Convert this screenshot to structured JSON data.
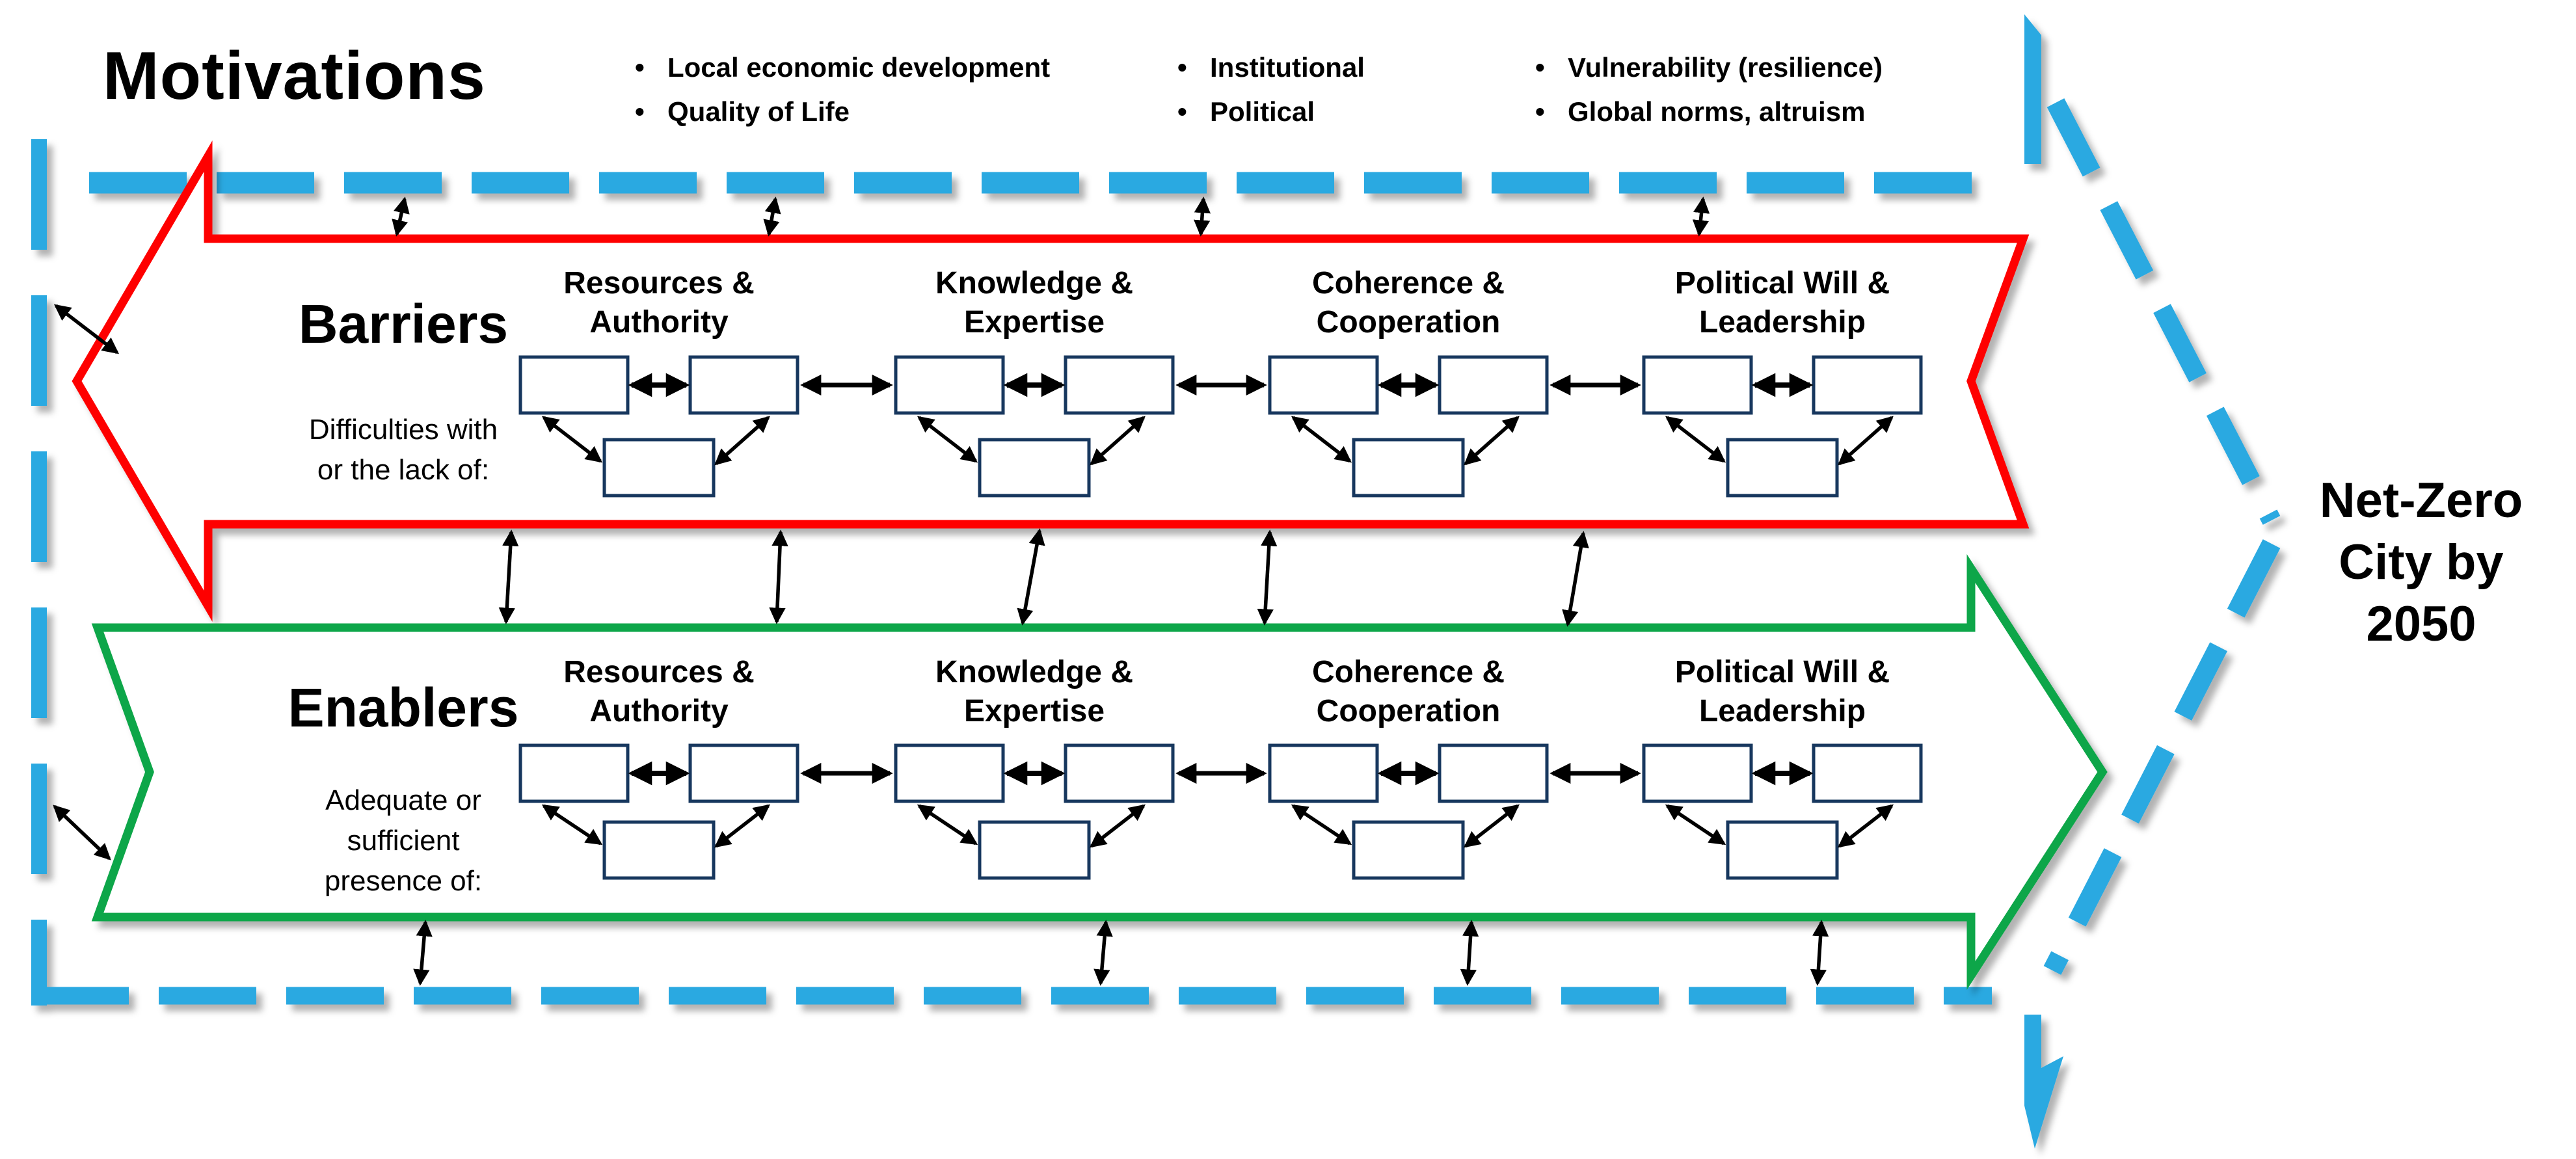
{
  "title": "Motivations",
  "motivation_groups": [
    {
      "items": [
        "Local economic development",
        "Quality of Life"
      ]
    },
    {
      "items": [
        "Institutional",
        "Political"
      ]
    },
    {
      "items": [
        "Vulnerability (resilience)",
        "Global norms, altruism"
      ]
    }
  ],
  "barriers": {
    "title": "Barriers",
    "subtitle1": "Difficulties with",
    "subtitle2": "or the lack of:"
  },
  "enablers": {
    "title": "Enablers",
    "subtitle1": "Adequate or",
    "subtitle2": "sufficient",
    "subtitle3": "presence of:"
  },
  "factors": [
    {
      "line1": "Resources &",
      "line2": "Authority"
    },
    {
      "line1": "Knowledge &",
      "line2": "Expertise"
    },
    {
      "line1": "Coherence &",
      "line2": "Cooperation"
    },
    {
      "line1": "Political Will &",
      "line2": "Leadership"
    }
  ],
  "goal": {
    "line1": "Net-Zero",
    "line2": "City by",
    "line3": "2050"
  },
  "colors": {
    "barrier_outline": "#FE0000",
    "enabler_outline": "#11A64A",
    "frame_dash": "#29A9E1",
    "box_border": "#17375E",
    "connector": "#000000"
  }
}
